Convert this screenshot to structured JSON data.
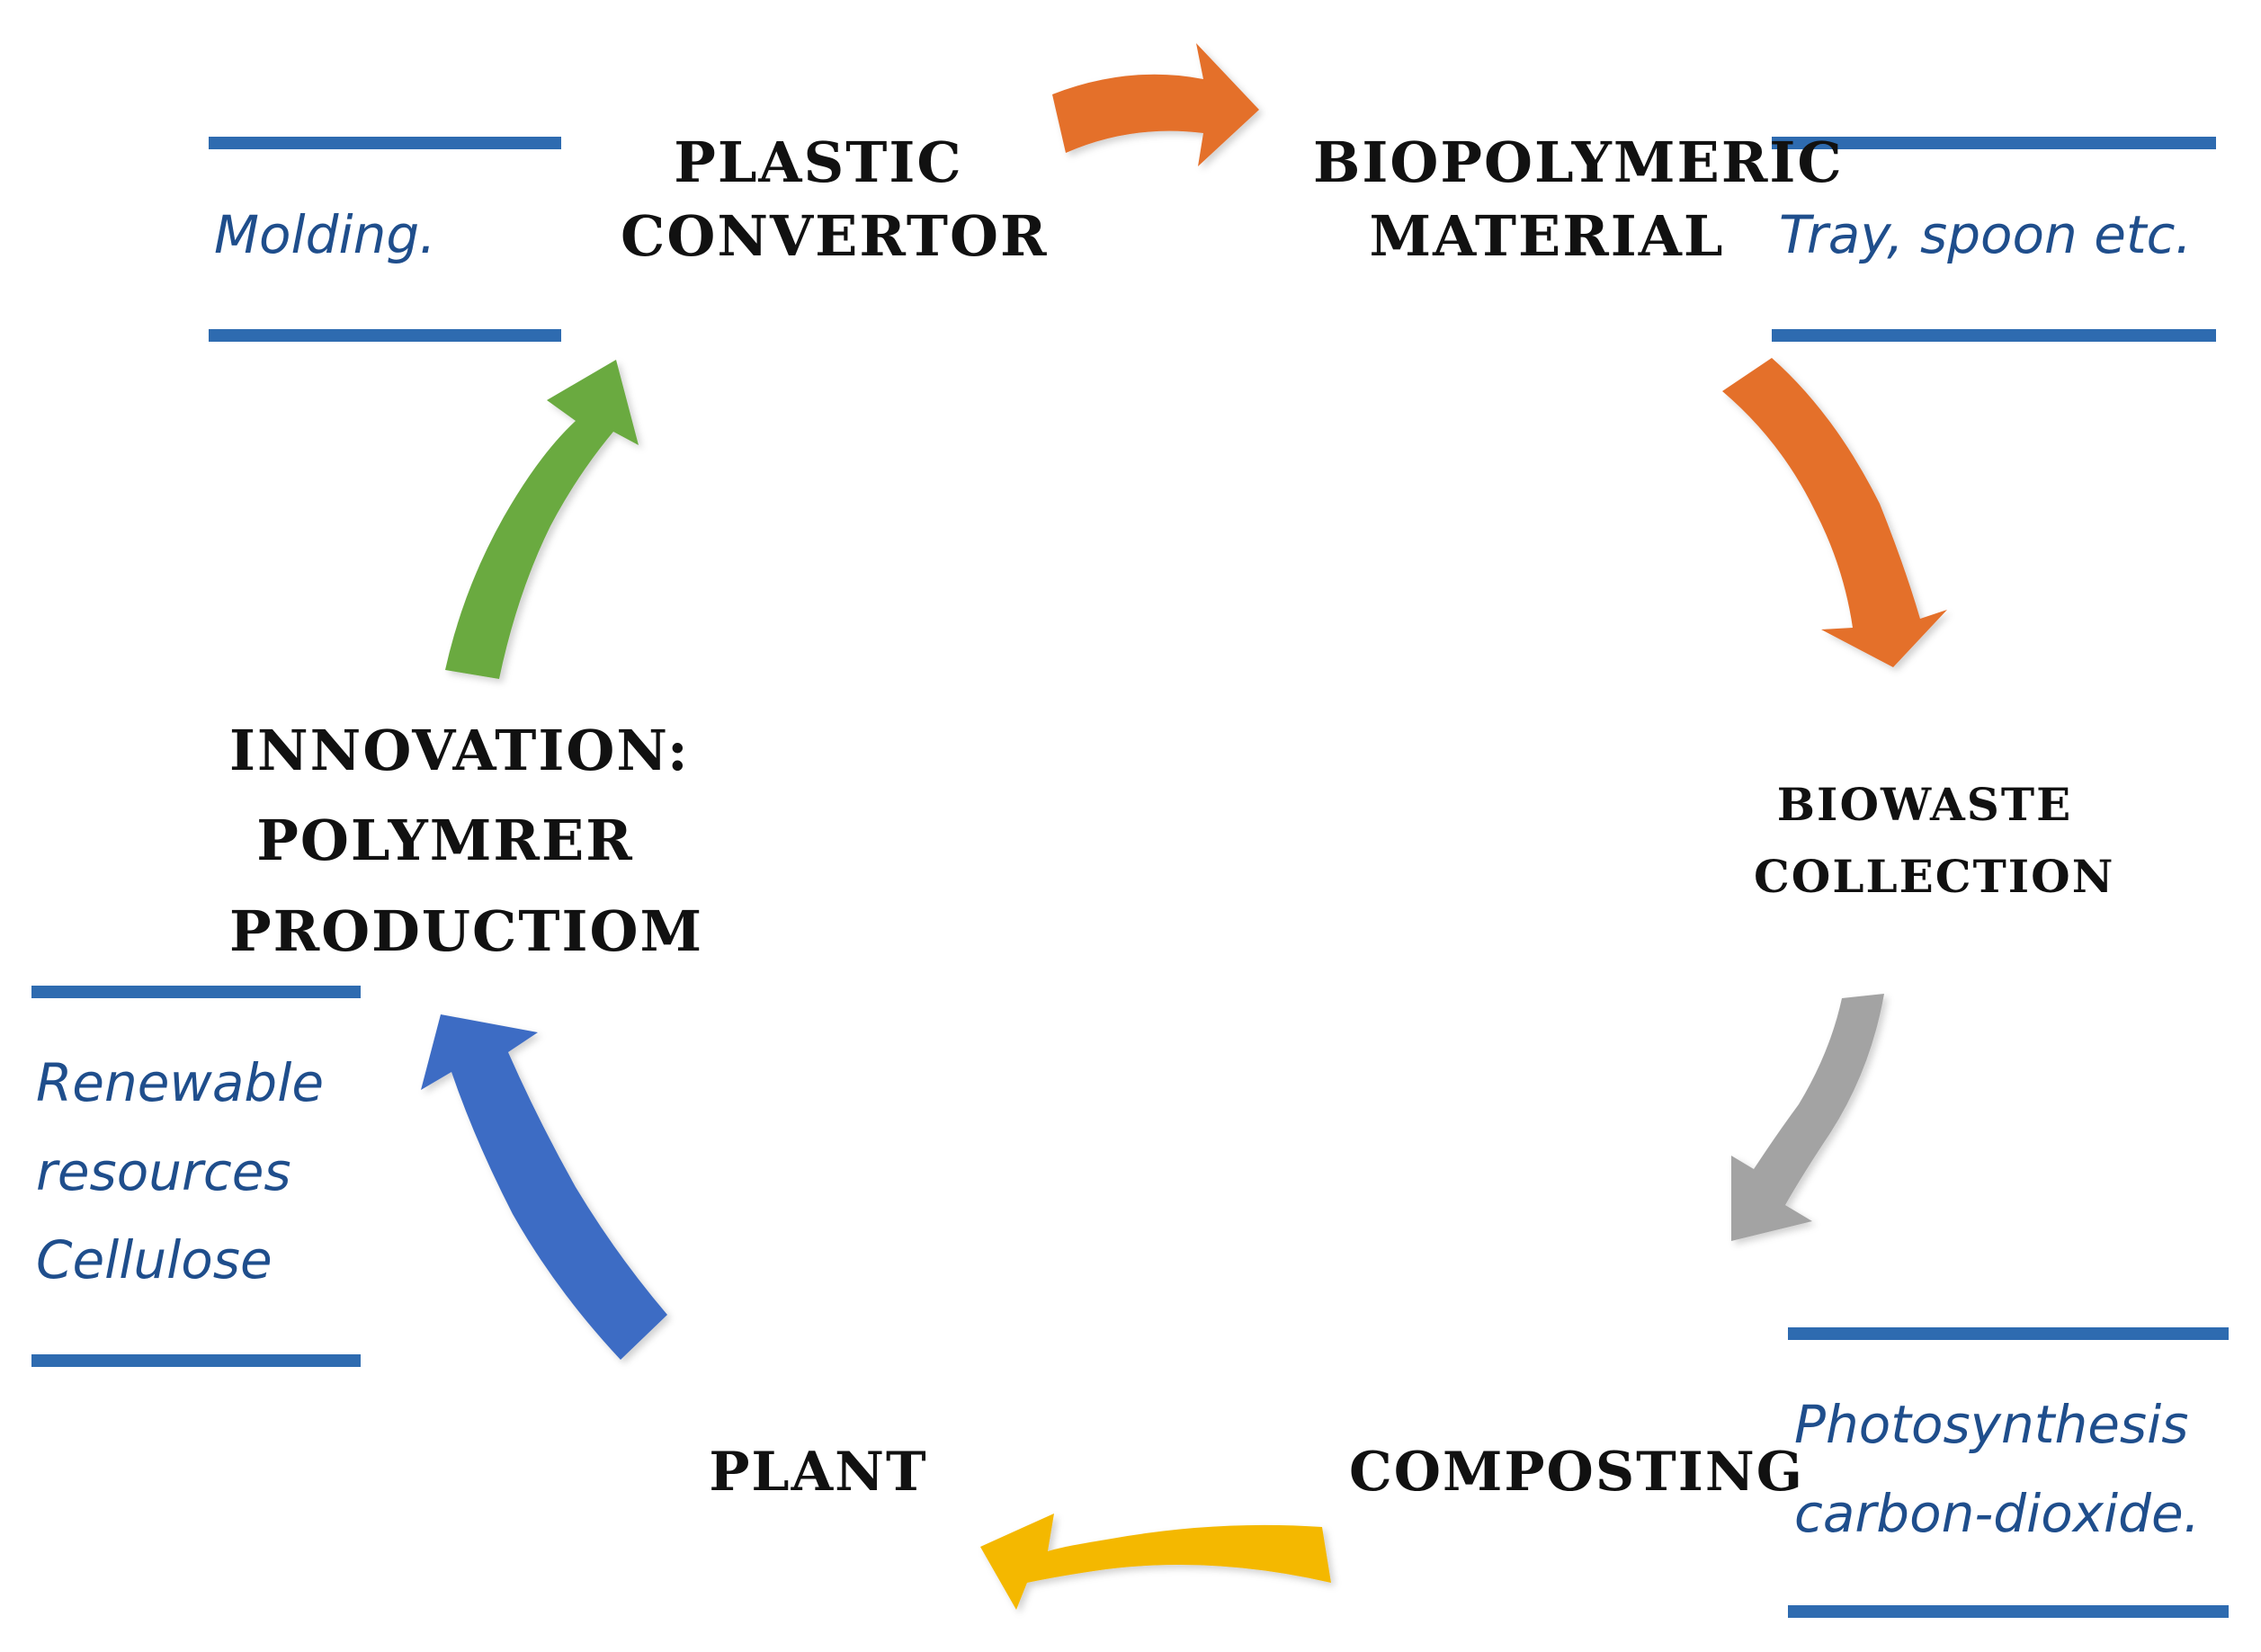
{
  "stages": {
    "plastic_convertor": [
      "Plastic",
      "convertor"
    ],
    "biopolymeric_material": [
      "Biopolymeric",
      "material"
    ],
    "biowaste_collection": [
      "Biowaste",
      "collection"
    ],
    "composting": [
      "Composting"
    ],
    "plant": [
      "Plant"
    ],
    "innovation": [
      "Innovation:",
      "Polymrer",
      "Productiom"
    ]
  },
  "notes": {
    "molding": [
      "Molding."
    ],
    "tray": [
      "Tray, spoon etc."
    ],
    "renewable": [
      "Renewable",
      "resources",
      "Cellulose"
    ],
    "photosynthesis": [
      "Photosynthesis",
      "carbon-dioxide."
    ]
  },
  "colors": {
    "orange": "#e46f2c",
    "gray": "#a3a3a3",
    "yellow": "#f4b800",
    "blue": "#3d6cc4",
    "green": "#6aaa40",
    "rule": "#2e6bb0",
    "note_text": "#1f4e8c"
  }
}
